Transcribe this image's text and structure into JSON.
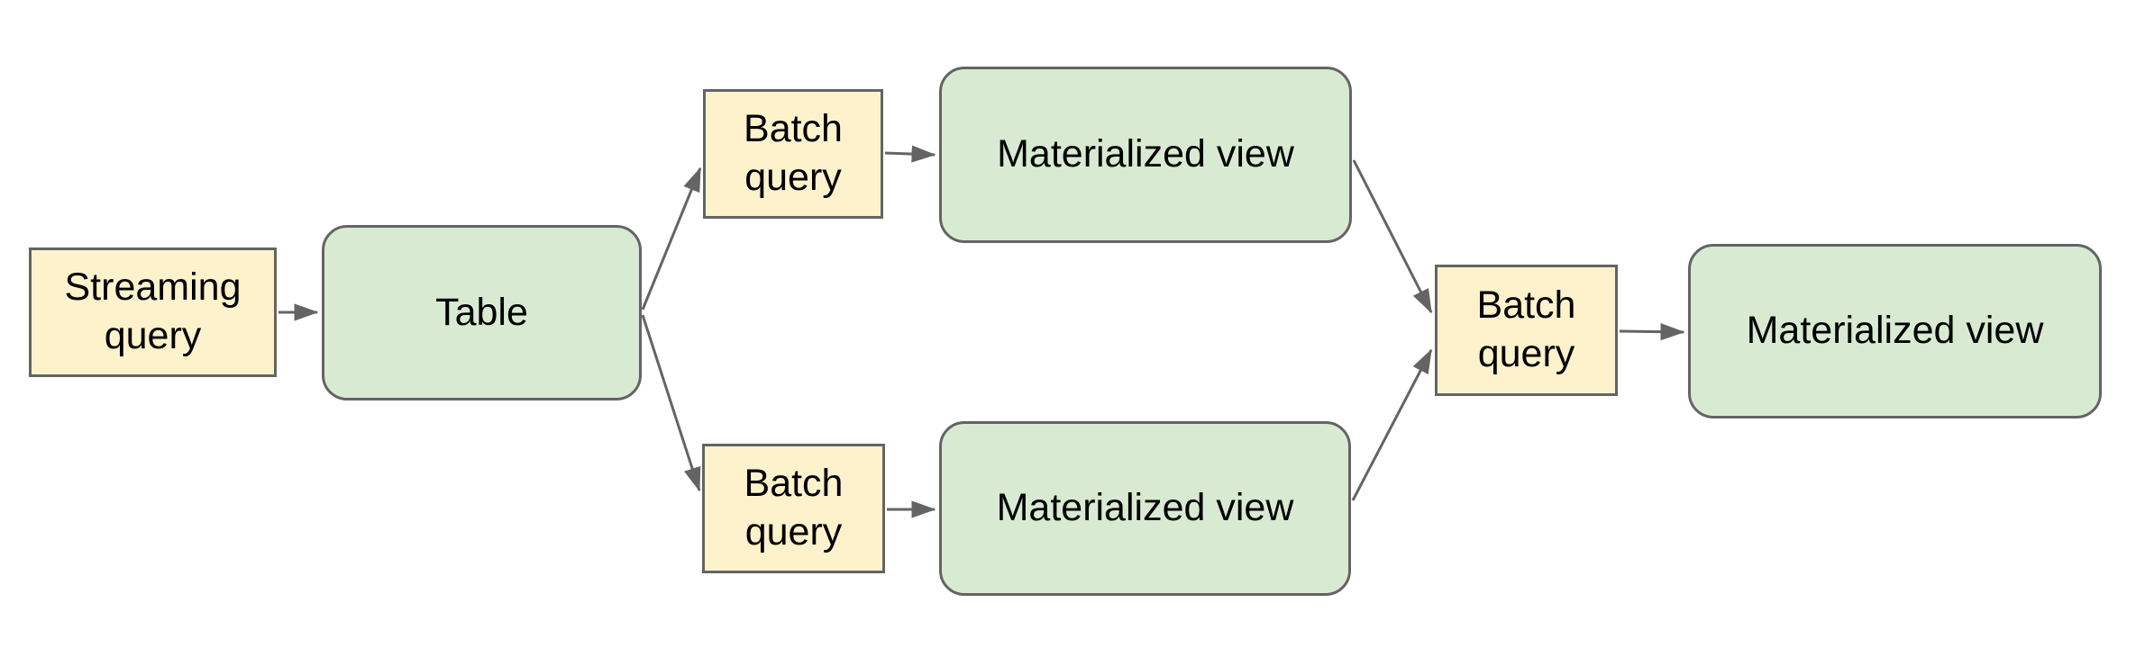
{
  "diagram": {
    "colors": {
      "query_box_fill": "#fef2cc",
      "view_box_fill": "#d9ead3",
      "border": "#646464",
      "arrow": "#646464",
      "text": "#000000",
      "background": "#ffffff"
    },
    "nodes": [
      {
        "id": "streaming-query",
        "label": "Streaming query",
        "kind": "query"
      },
      {
        "id": "table",
        "label": "Table",
        "kind": "view"
      },
      {
        "id": "batch-query-top",
        "label": "Batch query",
        "kind": "query"
      },
      {
        "id": "materialized-view-top",
        "label": "Materialized view",
        "kind": "view"
      },
      {
        "id": "batch-query-bottom",
        "label": "Batch query",
        "kind": "query"
      },
      {
        "id": "materialized-view-bottom",
        "label": "Materialized view",
        "kind": "view"
      },
      {
        "id": "batch-query-right",
        "label": "Batch query",
        "kind": "query"
      },
      {
        "id": "materialized-view-right",
        "label": "Materialized view",
        "kind": "view"
      }
    ],
    "edges": [
      {
        "from": "streaming-query",
        "to": "table"
      },
      {
        "from": "table",
        "to": "batch-query-top"
      },
      {
        "from": "table",
        "to": "batch-query-bottom"
      },
      {
        "from": "batch-query-top",
        "to": "materialized-view-top"
      },
      {
        "from": "batch-query-bottom",
        "to": "materialized-view-bottom"
      },
      {
        "from": "materialized-view-top",
        "to": "batch-query-right"
      },
      {
        "from": "materialized-view-bottom",
        "to": "batch-query-right"
      },
      {
        "from": "batch-query-right",
        "to": "materialized-view-right"
      }
    ]
  }
}
